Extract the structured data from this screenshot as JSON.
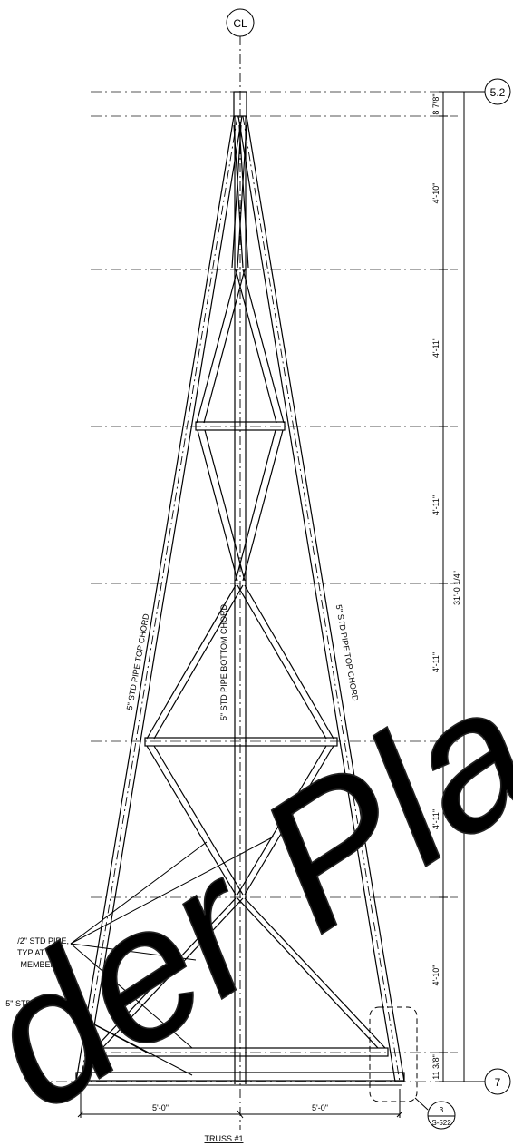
{
  "centerline_tag": "CL",
  "grid_bubbles": {
    "top": "5.2",
    "bottom": "7"
  },
  "dimensions_vertical": {
    "d1": "8 7/8\"",
    "d2": "4'-10\"",
    "d3": "4'-11\"",
    "d4": "4'-11\"",
    "d5": "4'-11\"",
    "d6": "4'-11\"",
    "d7": "4'-10\"",
    "d8": "11 3/8\"",
    "overall": "31'-0 1/4\""
  },
  "dimensions_horizontal": {
    "left": "5'-0\"",
    "right": "5'-0\""
  },
  "member_labels": {
    "left_top_chord": "5\" STD PIPE TOP CHORD",
    "bottom_chord": "5\" STD PIPE BOTTOM CHORD",
    "right_top_chord": "5\" STD PIPE TOP CHORD"
  },
  "callouts": {
    "web_line1": "/2\" STD PIPE,",
    "web_line2": "TYP AT WEB",
    "web_line3": "MEMBERS",
    "pipe": "5\" STD PIPE"
  },
  "detail_ref": {
    "number": "3",
    "sheet": "S-522"
  },
  "title": "TRUSS #1",
  "watermark": "der Pla"
}
